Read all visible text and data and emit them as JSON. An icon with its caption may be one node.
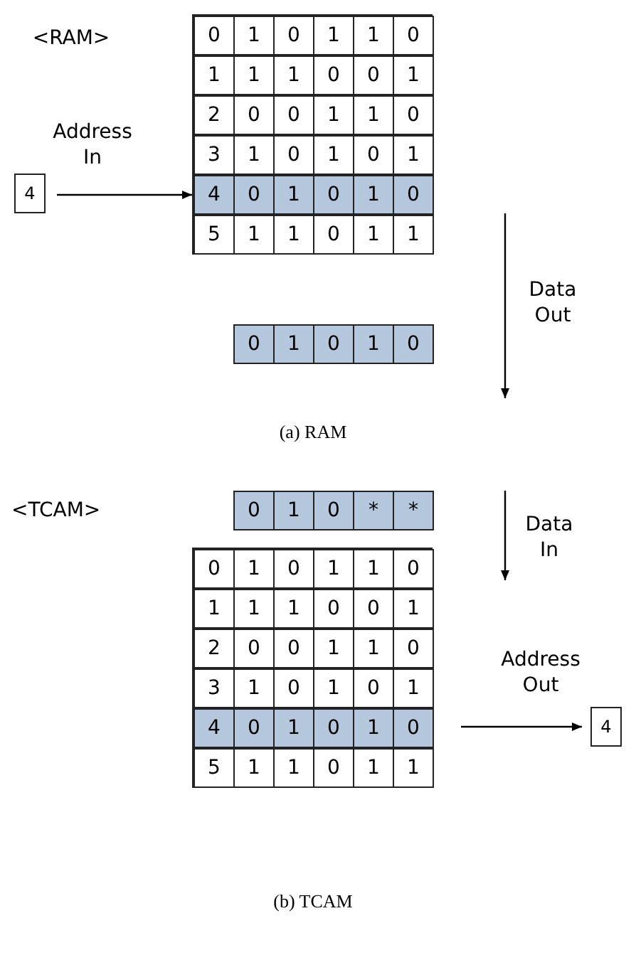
{
  "diagram": {
    "nodes": [
      {
        "text": [],
        "shape": "box"
      },
      {
        "text": [
          "0",
          "1",
          "0",
          "1",
          "1",
          "0"
        ],
        "in": 0
      },
      {
        "text": [
          "1",
          "1",
          "1",
          "0",
          "0",
          "1"
        ],
        "in": 0
      },
      {
        "text": [
          "2",
          "0",
          "0",
          "1",
          "1",
          "0"
        ],
        "in": 0
      },
      {
        "text": [
          "3",
          "1",
          "0",
          "1",
          "0",
          "1"
        ],
        "in": 0
      },
      {
        "text": [
          "4",
          "0",
          "1",
          "0",
          "1",
          "0"
        ],
        "in": 0
      },
      {
        "text": [
          "5",
          "1",
          "1",
          "0",
          "1",
          "1"
        ],
        "in": 0
      },
      {
        "text": [
          "4"
        ]
      },
      {
        "text": [
          "0",
          "1",
          "0",
          "1",
          "0"
        ]
      },
      {
        "text": [
          "0",
          "1",
          "0",
          "*",
          "*"
        ]
      },
      {
        "text": [],
        "shape": "box"
      },
      {
        "text": [
          "0",
          "1",
          "0",
          "1",
          "1",
          "0"
        ],
        "in": 10
      },
      {
        "text": [
          "1",
          "1",
          "1",
          "0",
          "0",
          "1"
        ],
        "in": 10
      },
      {
        "text": [
          "2",
          "0",
          "0",
          "1",
          "1",
          "0"
        ],
        "in": 10
      },
      {
        "text": [
          "3",
          "1",
          "0",
          "1",
          "0",
          "1"
        ],
        "in": 10
      },
      {
        "text": [
          "4",
          "0",
          "1",
          "0",
          "1",
          "0"
        ],
        "in": 10
      },
      {
        "text": [
          "5",
          "1",
          "1",
          "0",
          "1",
          "1"
        ],
        "in": 10
      },
      {
        "text": [
          "4"
        ]
      }
    ],
    "edges": [
      {
        "from": 7,
        "to": 5,
        "arrow": "to",
        "label": "Address In"
      },
      {
        "from": 15,
        "to": 17,
        "arrow": "to",
        "label": "Address Out"
      }
    ],
    "labels": [
      "<RAM>",
      "Data Out",
      "(a) RAM",
      "<TCAM>",
      "Data In",
      "(b) TCAM"
    ]
  }
}
